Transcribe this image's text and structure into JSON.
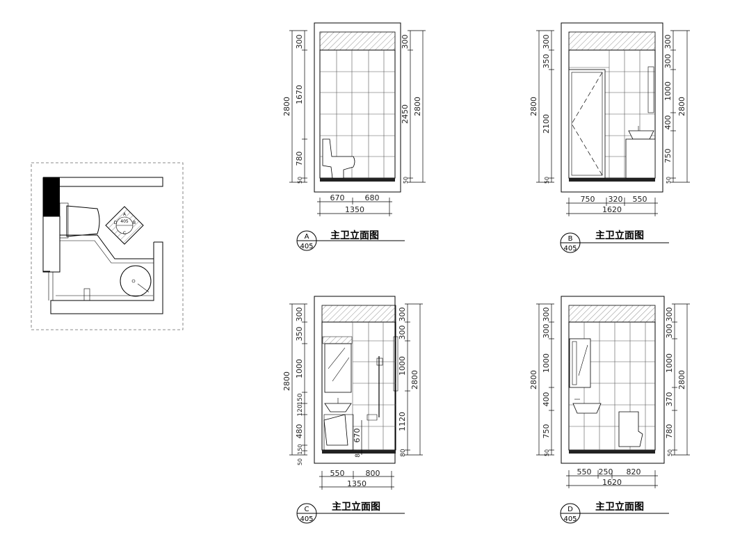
{
  "plan": {
    "markers": [
      "A",
      "B",
      "C",
      "D"
    ],
    "marker_ref": "405"
  },
  "elevations": [
    {
      "id": "A",
      "ref": "405",
      "title": "主卫立面图",
      "left_dims": [
        "300",
        "1670",
        "780",
        "50"
      ],
      "left_total": "2800",
      "right_dims": [
        "300",
        "2450",
        "50"
      ],
      "right_total": "2800",
      "bottom_dims": [
        "670",
        "680"
      ],
      "bottom_total": "1350"
    },
    {
      "id": "B",
      "ref": "405",
      "title": "主卫立面图",
      "left_dims": [
        "300",
        "350",
        "2100",
        "50"
      ],
      "left_total": "2800",
      "right_dims": [
        "300",
        "300",
        "1000",
        "400",
        "750",
        "50"
      ],
      "right_total": "2800",
      "bottom_dims": [
        "750",
        "320",
        "550"
      ],
      "bottom_total": "1620"
    },
    {
      "id": "C",
      "ref": "405",
      "title": "主卫立面图",
      "left_dims": [
        "300",
        "350",
        "1000",
        "150",
        "120",
        "480",
        "150",
        "50"
      ],
      "left_total": "2800",
      "inner_dims": [
        "670",
        "80"
      ],
      "right_dims": [
        "300",
        "300",
        "1000",
        "1120",
        "80"
      ],
      "right_total": "2800",
      "bottom_dims": [
        "550",
        "800"
      ],
      "bottom_total": "1350"
    },
    {
      "id": "D",
      "ref": "405",
      "title": "主卫立面图",
      "left_dims": [
        "300",
        "300",
        "1000",
        "400",
        "750",
        "50"
      ],
      "left_total": "2800",
      "right_dims": [
        "300",
        "300",
        "1000",
        "370",
        "780",
        "50"
      ],
      "right_total": "2800",
      "bottom_dims": [
        "550",
        "250",
        "820"
      ],
      "bottom_total": "1620"
    }
  ]
}
